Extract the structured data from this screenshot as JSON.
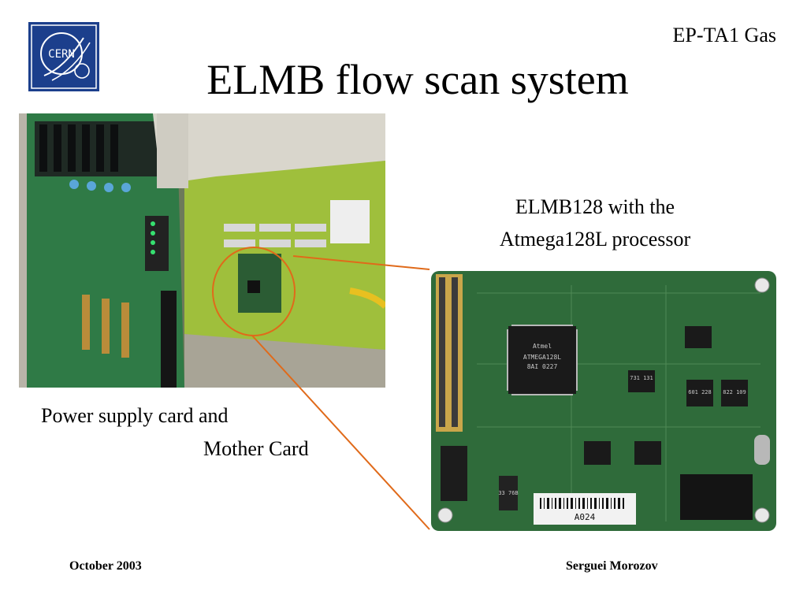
{
  "slide": {
    "department": "EP-TA1 Gas",
    "title": "ELMB flow scan system",
    "logo_text": "CERN",
    "right_caption_line1": "ELMB128 with the",
    "right_caption_line2": "Atmega128L processor",
    "left_caption_line1": "Power supply card and",
    "left_caption_line2": "Mother Card",
    "footer_date": "October 2003",
    "footer_author": "Serguei Morozov"
  },
  "board_labels": {
    "chip_brand": "Atmel",
    "chip_part": "ATMEGA128L",
    "chip_code": "8AI 0227",
    "barcode_label": "A024",
    "ic_pair_a": "731 131",
    "ic_pair_b": "601 228",
    "ic_pair_c": "822 109",
    "inductor": "33 76B"
  },
  "colors": {
    "logo_bg": "#1c3f8c",
    "callout": "#e06a1a",
    "pcb_green": "#2f6b3a",
    "mother_green": "#9fbf3c"
  }
}
